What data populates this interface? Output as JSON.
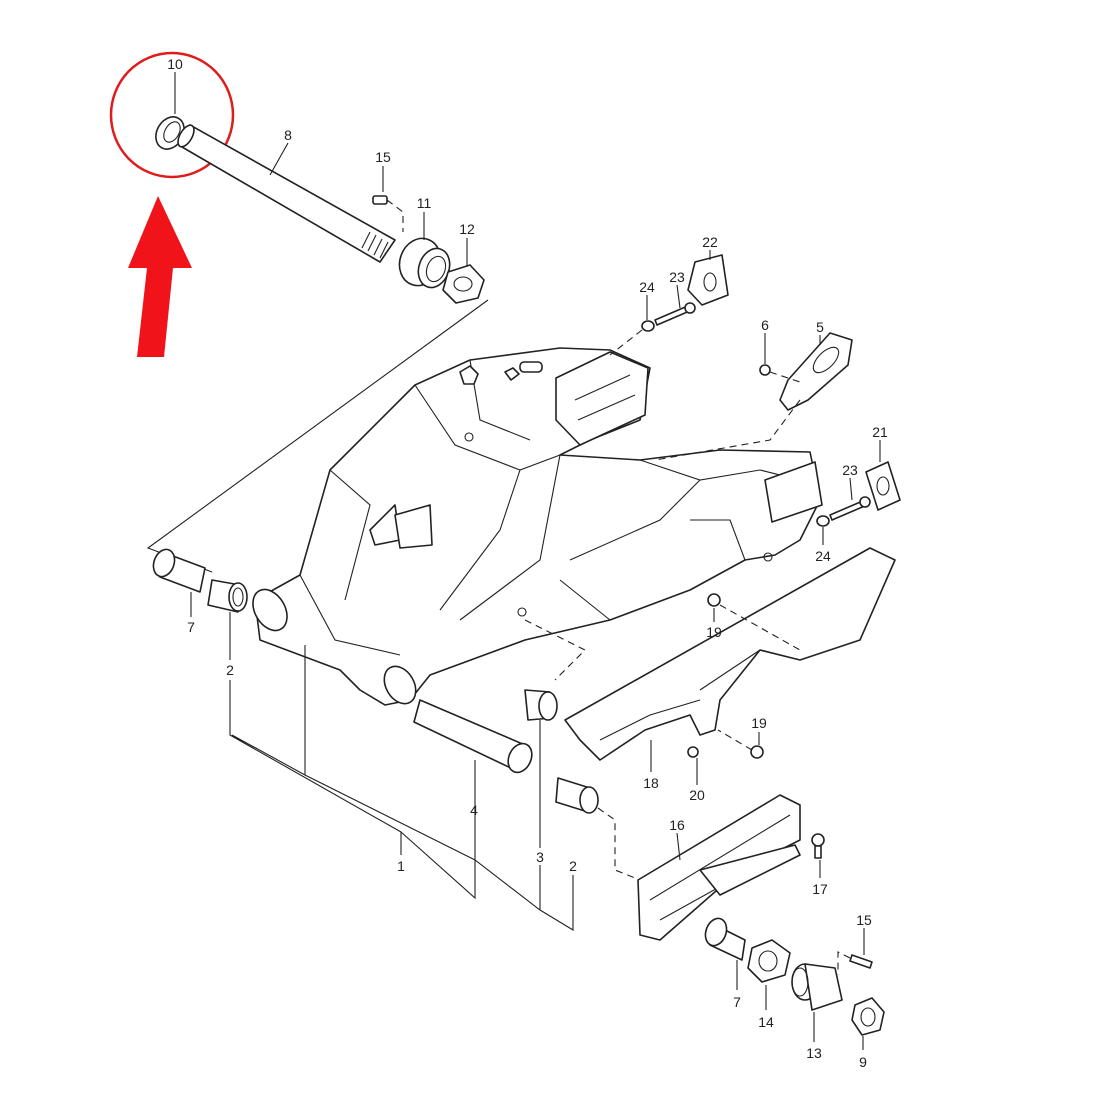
{
  "diagram": {
    "title": "Swingarm exploded parts diagram",
    "highlight_color": "#e01b1b",
    "highlighted_part": "10",
    "callouts": {
      "p10": "10",
      "p8": "8",
      "p15a": "15",
      "p11": "11",
      "p12": "12",
      "p22": "22",
      "p23a": "23",
      "p24a": "24",
      "p6": "6",
      "p5": "5",
      "p21": "21",
      "p23b": "23",
      "p24b": "24",
      "p19a": "19",
      "p7a": "7",
      "p2a": "2",
      "p19b": "19",
      "p18": "18",
      "p20": "20",
      "p4": "4",
      "p1": "1",
      "p3": "3",
      "p2b": "2",
      "p16": "16",
      "p17": "17",
      "p15b": "15",
      "p7b": "7",
      "p14": "14",
      "p13": "13",
      "p9": "9"
    }
  }
}
